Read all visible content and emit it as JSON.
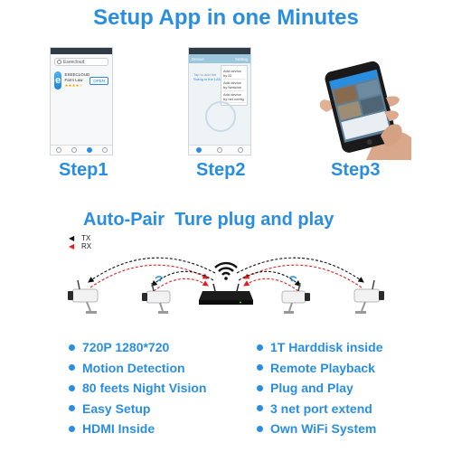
{
  "title": "Setup App in one Minutes",
  "steps": [
    "Step1",
    "Step2",
    "Step3"
  ],
  "screen1": {
    "search": "Eseecloud",
    "app_name": "ESEECLOUD",
    "app_subtitle": "Farm Law",
    "rating": "★★★★☆",
    "open_label": "OPEN"
  },
  "screen2": {
    "header_left": "Device",
    "header_right": "Setting",
    "menu": [
      "Add device by ID",
      "Add device by Network",
      "Add device by net config"
    ],
    "hint_line1": "Tap to add the",
    "hint_line2": "Swing in the LAN"
  },
  "subtitle": "Auto-Pair  Ture plug and play",
  "legend": {
    "tx": "TX",
    "rx": "RX",
    "tx_color": "#111111",
    "rx_color": "#e02020"
  },
  "features_left": [
    "720P 1280*720",
    "Motion Detection",
    "80 feets Night Vision",
    "Easy Setup",
    "HDMI Inside"
  ],
  "features_right": [
    "1T Harddisk inside",
    "Remote Playback",
    "Plug and Play",
    "3 net port extend",
    "Own WiFi System"
  ],
  "colors": {
    "accent": "#2a8ee0",
    "camera_body": "#f2f2f2",
    "nvr_body": "#1c1c1c"
  }
}
